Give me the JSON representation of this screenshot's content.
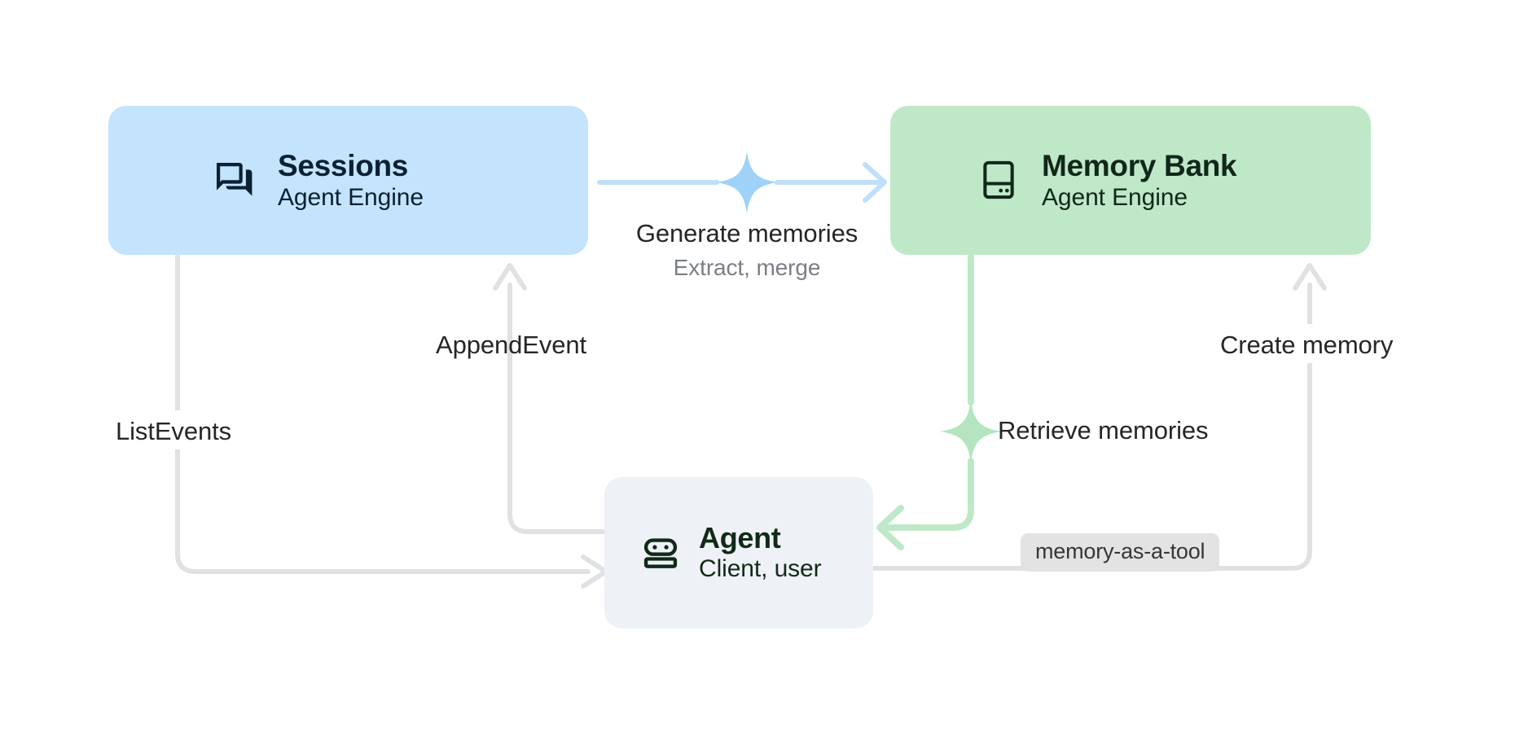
{
  "diagram": {
    "type": "architecture-flow",
    "background": "#ffffff",
    "nodes": [
      {
        "id": "sessions",
        "title": "Sessions",
        "subtitle": "Agent Engine",
        "icon": "forum-icon",
        "color": "#c3e4fc",
        "text_color": "#0b2033"
      },
      {
        "id": "memory_bank",
        "title": "Memory Bank",
        "subtitle": "Agent Engine",
        "icon": "database-icon",
        "color": "#bfe8c8",
        "text_color": "#11271a"
      },
      {
        "id": "agent",
        "title": "Agent",
        "subtitle": "Client, user",
        "icon": "robot-icon",
        "color": "#eef1f6",
        "text_color": "#112a18"
      }
    ],
    "edges": [
      {
        "id": "generate_memories",
        "label": "Generate memories",
        "sublabel": "Extract, merge",
        "from": "sessions",
        "to": "memory_bank",
        "color": "#bfdffb",
        "marker": "sparkle-icon"
      },
      {
        "id": "append_event",
        "label": "AppendEvent",
        "from": "agent",
        "to": "sessions",
        "color": "#e0e1e3",
        "marker": "none"
      },
      {
        "id": "list_events",
        "label": "ListEvents",
        "from": "sessions",
        "to": "agent",
        "color": "#e0e1e3",
        "marker": "none"
      },
      {
        "id": "retrieve_memories",
        "label": "Retrieve memories",
        "from": "memory_bank",
        "to": "agent",
        "color": "#bfe8c8",
        "marker": "sparkle-icon"
      },
      {
        "id": "create_memory",
        "label": "Create memory",
        "from": "agent",
        "to": "memory_bank",
        "color": "#e0e1e3",
        "marker": "none"
      }
    ],
    "badges": [
      {
        "id": "memory_as_a_tool",
        "label": "memory-as-a-tool",
        "color": "#e3e3e3"
      }
    ]
  }
}
